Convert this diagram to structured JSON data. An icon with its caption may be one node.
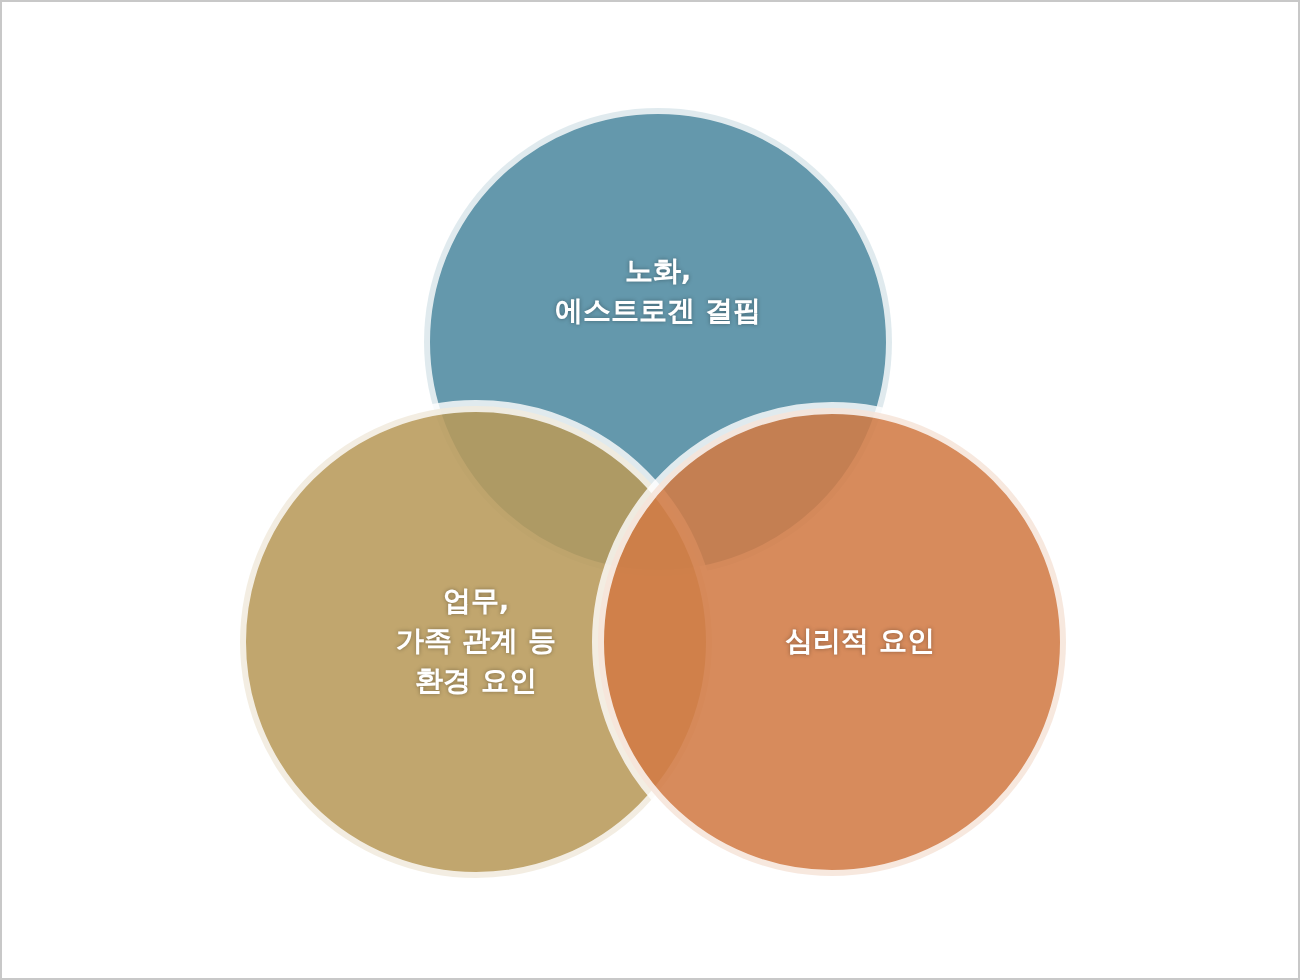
{
  "diagram": {
    "nodes": [
      {
        "text": [
          "노화, 에스트로겐 결핍"
        ]
      },
      {
        "text": [
          "업무, 가족 관계 등 환경 요인"
        ]
      },
      {
        "text": [
          "심리적 요인"
        ]
      }
    ]
  }
}
